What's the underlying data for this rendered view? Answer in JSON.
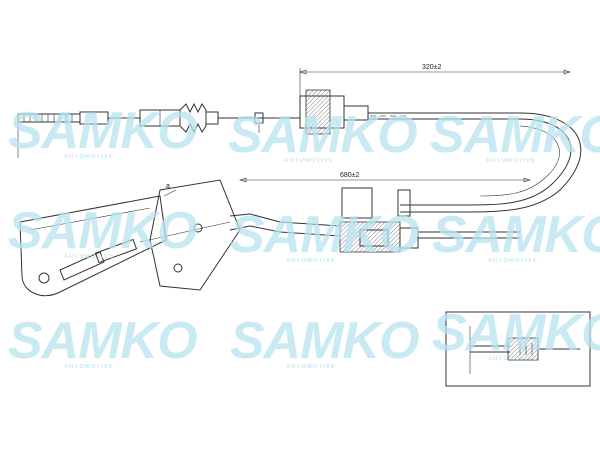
{
  "dimensions": {
    "upper_length": "320±2",
    "lower_length": "680±2"
  },
  "watermark": {
    "brand": "SAMKO",
    "tagline": "AUTOMOTIVE"
  },
  "colors": {
    "line": "#333333",
    "hatch": "#666666",
    "watermark": "#b9e3f0",
    "background": "#ffffff"
  }
}
